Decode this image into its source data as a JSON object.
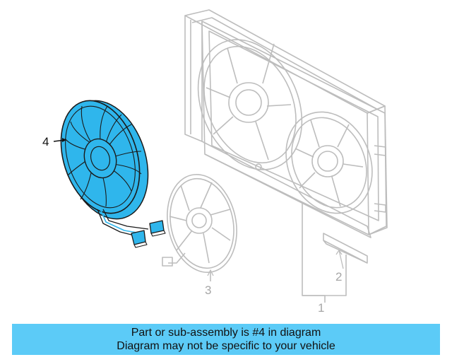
{
  "callouts": {
    "part_4": "4",
    "part_3": "3",
    "part_2": "2",
    "part_1": "1"
  },
  "banner": {
    "line1": "Part or sub-assembly is #4 in diagram",
    "line2": "Diagram may not be specific to your vehicle"
  },
  "colors": {
    "highlight_fill": "#2fb6ec",
    "highlight_stroke": "#1a1a1a",
    "ghost_stroke": "#bdbdbd",
    "banner_bg": "#5ccbf7"
  },
  "icons": {
    "highlighted_part": "cooling-fan-icon",
    "shroud": "fan-shroud-icon",
    "secondary_fan": "fan-blade-icon",
    "bracket": "bracket-icon"
  }
}
